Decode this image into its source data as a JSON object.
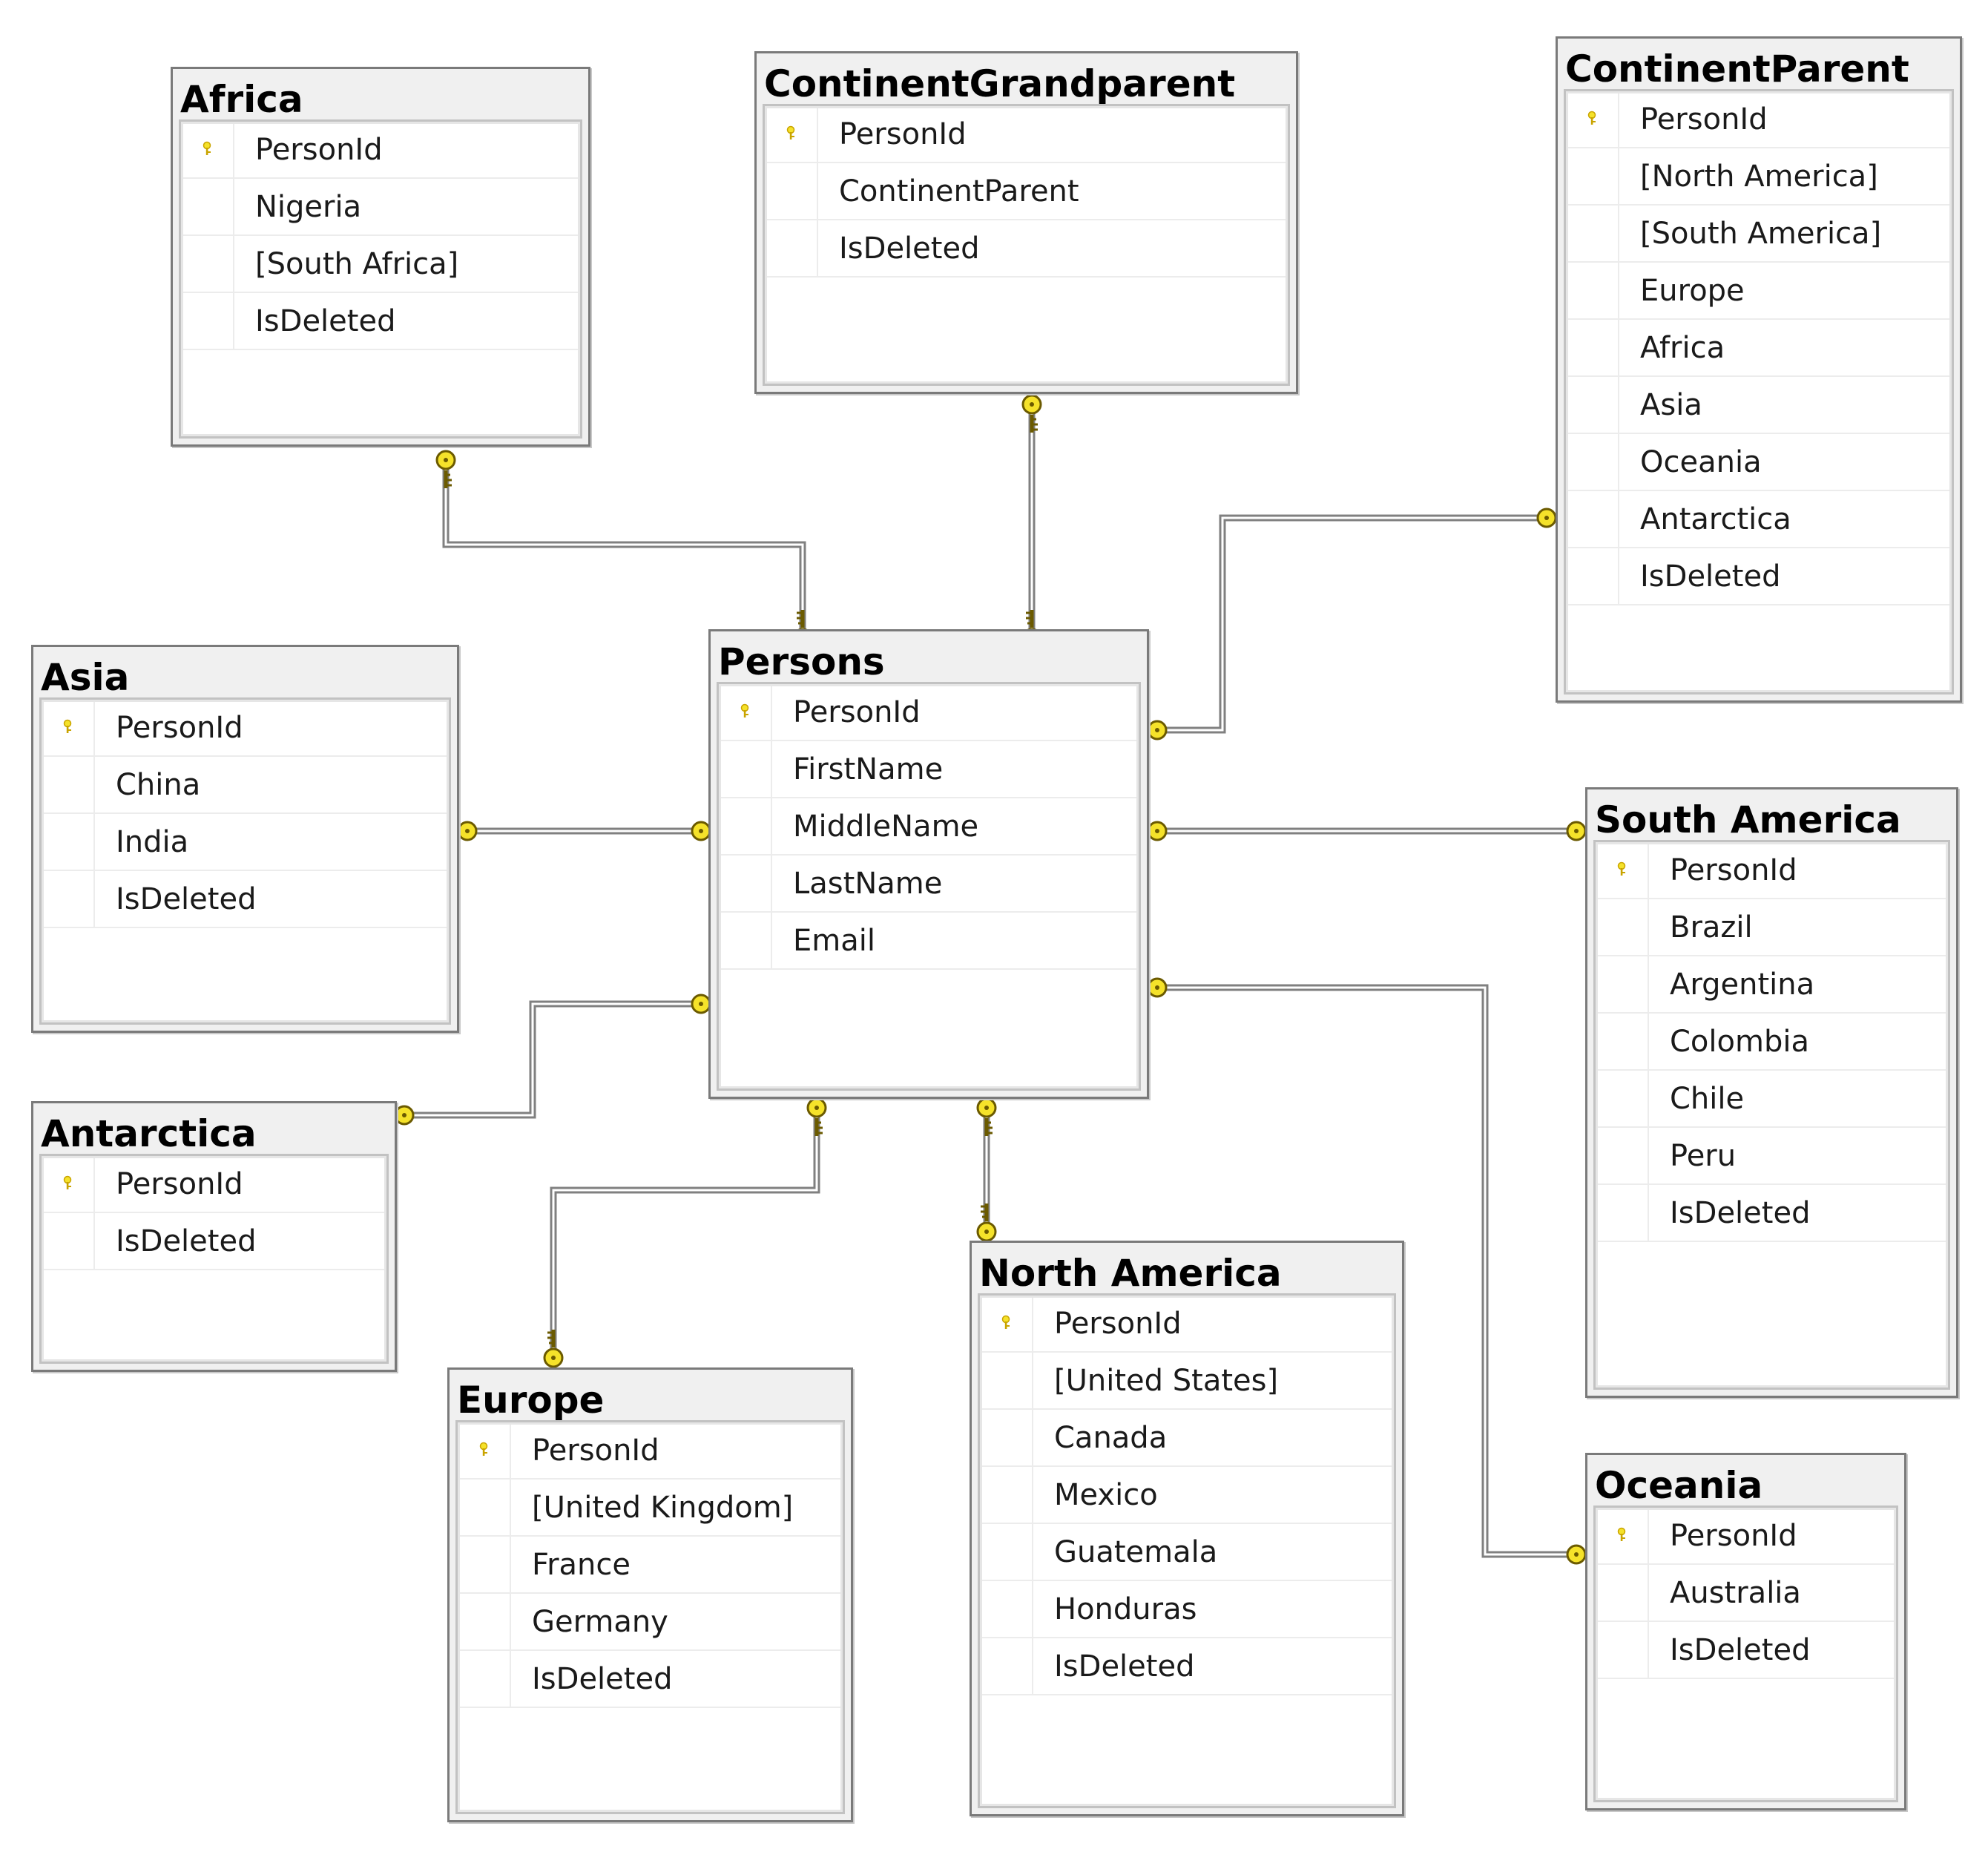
{
  "tables": {
    "africa": {
      "title": "Africa",
      "columns": [
        {
          "name": "PersonId",
          "pk": true
        },
        {
          "name": "Nigeria"
        },
        {
          "name": "[South Africa]"
        },
        {
          "name": "IsDeleted"
        }
      ]
    },
    "continent_grandparent": {
      "title": "ContinentGrandparent",
      "columns": [
        {
          "name": "PersonId",
          "pk": true
        },
        {
          "name": "ContinentParent"
        },
        {
          "name": "IsDeleted"
        }
      ]
    },
    "continent_parent": {
      "title": "ContinentParent",
      "columns": [
        {
          "name": "PersonId",
          "pk": true
        },
        {
          "name": "[North America]"
        },
        {
          "name": "[South America]"
        },
        {
          "name": "Europe"
        },
        {
          "name": "Africa"
        },
        {
          "name": "Asia"
        },
        {
          "name": "Oceania"
        },
        {
          "name": "Antarctica"
        },
        {
          "name": "IsDeleted"
        }
      ]
    },
    "asia": {
      "title": "Asia",
      "columns": [
        {
          "name": "PersonId",
          "pk": true
        },
        {
          "name": "China"
        },
        {
          "name": "India"
        },
        {
          "name": "IsDeleted"
        }
      ]
    },
    "persons": {
      "title": "Persons",
      "columns": [
        {
          "name": "PersonId",
          "pk": true
        },
        {
          "name": "FirstName"
        },
        {
          "name": "MiddleName"
        },
        {
          "name": "LastName"
        },
        {
          "name": "Email"
        }
      ]
    },
    "south_america": {
      "title": "South America",
      "columns": [
        {
          "name": "PersonId",
          "pk": true
        },
        {
          "name": "Brazil"
        },
        {
          "name": "Argentina"
        },
        {
          "name": "Colombia"
        },
        {
          "name": "Chile"
        },
        {
          "name": "Peru"
        },
        {
          "name": "IsDeleted"
        }
      ]
    },
    "antarctica": {
      "title": "Antarctica",
      "columns": [
        {
          "name": "PersonId",
          "pk": true
        },
        {
          "name": "IsDeleted"
        }
      ]
    },
    "europe": {
      "title": "Europe",
      "columns": [
        {
          "name": "PersonId",
          "pk": true
        },
        {
          "name": "[United Kingdom]"
        },
        {
          "name": "France"
        },
        {
          "name": "Germany"
        },
        {
          "name": "IsDeleted"
        }
      ]
    },
    "north_america": {
      "title": "North America",
      "columns": [
        {
          "name": "PersonId",
          "pk": true
        },
        {
          "name": "[United States]"
        },
        {
          "name": "Canada"
        },
        {
          "name": "Mexico"
        },
        {
          "name": "Guatemala"
        },
        {
          "name": "Honduras"
        },
        {
          "name": "IsDeleted"
        }
      ]
    },
    "oceania": {
      "title": "Oceania",
      "columns": [
        {
          "name": "PersonId",
          "pk": true
        },
        {
          "name": "Australia"
        },
        {
          "name": "IsDeleted"
        }
      ]
    }
  },
  "relationships": [
    {
      "from": "persons",
      "to": "africa"
    },
    {
      "from": "persons",
      "to": "continent_grandparent"
    },
    {
      "from": "persons",
      "to": "continent_parent"
    },
    {
      "from": "persons",
      "to": "asia"
    },
    {
      "from": "persons",
      "to": "south_america"
    },
    {
      "from": "persons",
      "to": "antarctica"
    },
    {
      "from": "persons",
      "to": "europe"
    },
    {
      "from": "persons",
      "to": "north_america"
    },
    {
      "from": "persons",
      "to": "oceania"
    }
  ],
  "colors": {
    "key_fill": "#f5e22a",
    "key_stroke": "#6b5a00",
    "line": "#808080",
    "pk_key": "#c9a400"
  }
}
